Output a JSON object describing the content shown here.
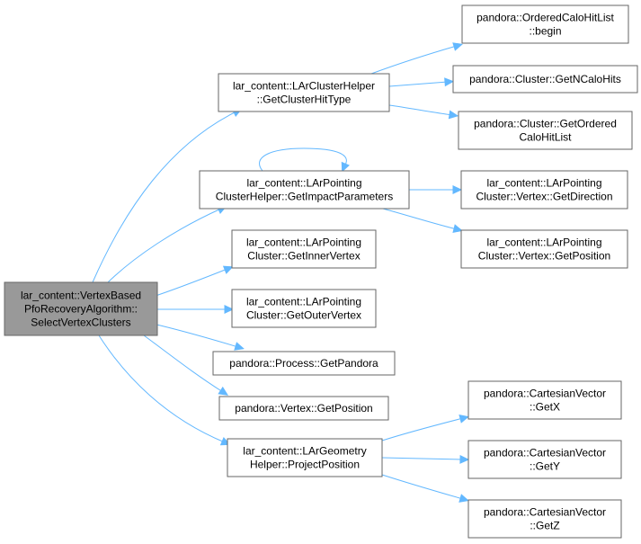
{
  "graph": {
    "nodes": [
      {
        "id": "root",
        "lines": [
          "lar_content::VertexBased",
          "PfoRecoveryAlgorithm::",
          "SelectVertexClusters"
        ],
        "root": true
      },
      {
        "id": "n1",
        "lines": [
          "lar_content::LArClusterHelper",
          "::GetClusterHitType"
        ]
      },
      {
        "id": "n2",
        "lines": [
          "pandora::OrderedCaloHitList",
          "::begin"
        ]
      },
      {
        "id": "n3",
        "lines": [
          "pandora::Cluster::GetNCaloHits"
        ]
      },
      {
        "id": "n4",
        "lines": [
          "pandora::Cluster::GetOrdered",
          "CaloHitList"
        ]
      },
      {
        "id": "n5",
        "lines": [
          "lar_content::LArPointing",
          "ClusterHelper::GetImpactParameters"
        ]
      },
      {
        "id": "n6",
        "lines": [
          "lar_content::LArPointing",
          "Cluster::Vertex::GetDirection"
        ]
      },
      {
        "id": "n7",
        "lines": [
          "lar_content::LArPointing",
          "Cluster::Vertex::GetPosition"
        ]
      },
      {
        "id": "n8",
        "lines": [
          "lar_content::LArPointing",
          "Cluster::GetInnerVertex"
        ]
      },
      {
        "id": "n9",
        "lines": [
          "lar_content::LArPointing",
          "Cluster::GetOuterVertex"
        ]
      },
      {
        "id": "n10",
        "lines": [
          "pandora::Process::GetPandora"
        ]
      },
      {
        "id": "n11",
        "lines": [
          "pandora::Vertex::GetPosition"
        ]
      },
      {
        "id": "n12",
        "lines": [
          "lar_content::LArGeometry",
          "Helper::ProjectPosition"
        ]
      },
      {
        "id": "n13",
        "lines": [
          "pandora::CartesianVector",
          "::GetX"
        ]
      },
      {
        "id": "n14",
        "lines": [
          "pandora::CartesianVector",
          "::GetY"
        ]
      },
      {
        "id": "n15",
        "lines": [
          "pandora::CartesianVector",
          "::GetZ"
        ]
      }
    ],
    "edges": [
      {
        "from": "root",
        "to": "n1"
      },
      {
        "from": "root",
        "to": "n5"
      },
      {
        "from": "root",
        "to": "n8"
      },
      {
        "from": "root",
        "to": "n9"
      },
      {
        "from": "root",
        "to": "n10"
      },
      {
        "from": "root",
        "to": "n11"
      },
      {
        "from": "root",
        "to": "n12"
      },
      {
        "from": "n1",
        "to": "n2"
      },
      {
        "from": "n1",
        "to": "n3"
      },
      {
        "from": "n1",
        "to": "n4"
      },
      {
        "from": "n5",
        "to": "n5"
      },
      {
        "from": "n5",
        "to": "n6"
      },
      {
        "from": "n5",
        "to": "n7"
      },
      {
        "from": "n12",
        "to": "n13"
      },
      {
        "from": "n12",
        "to": "n14"
      },
      {
        "from": "n12",
        "to": "n15"
      }
    ]
  }
}
